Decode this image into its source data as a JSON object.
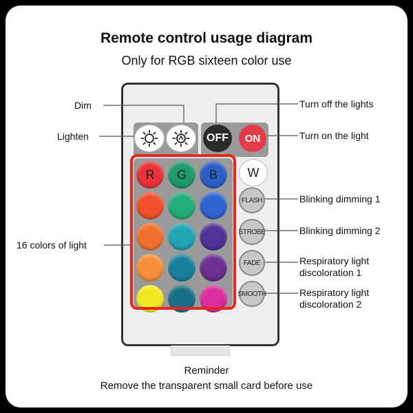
{
  "title": "Remote control usage diagram",
  "subtitle": "Only for RGB sixteen color use",
  "callouts": {
    "dim": "Dim",
    "lighten": "Lighten",
    "colors": "16 colors of light",
    "off": "Turn off the lights",
    "on": "Turn on the light",
    "flash": "Blinking dimming 1",
    "strobe": "Blinking dimming 2",
    "fade": "Respiratory light discoloration 1",
    "smooth": "Respiratory light discoloration 2"
  },
  "buttons": {
    "off": "OFF",
    "on": "ON",
    "r": "R",
    "g": "G",
    "b": "B",
    "w": "W",
    "flash": "FLASH",
    "strobe": "STROBE",
    "fade": "FADE",
    "smooth": "SMOOTH"
  },
  "color_grid": [
    [
      "#e8333a",
      "#1f9a6a",
      "#2c5fc4"
    ],
    [
      "#f0502b",
      "#25ad7a",
      "#2f63d0"
    ],
    [
      "#f2702e",
      "#22a5b5",
      "#4f3294"
    ],
    [
      "#f58f3a",
      "#18809c",
      "#6a2f90"
    ],
    [
      "#f4ea23",
      "#1a6f86",
      "#d92f9c"
    ]
  ],
  "reminder": {
    "title": "Reminder",
    "text": "Remove the transparent small card before use"
  }
}
